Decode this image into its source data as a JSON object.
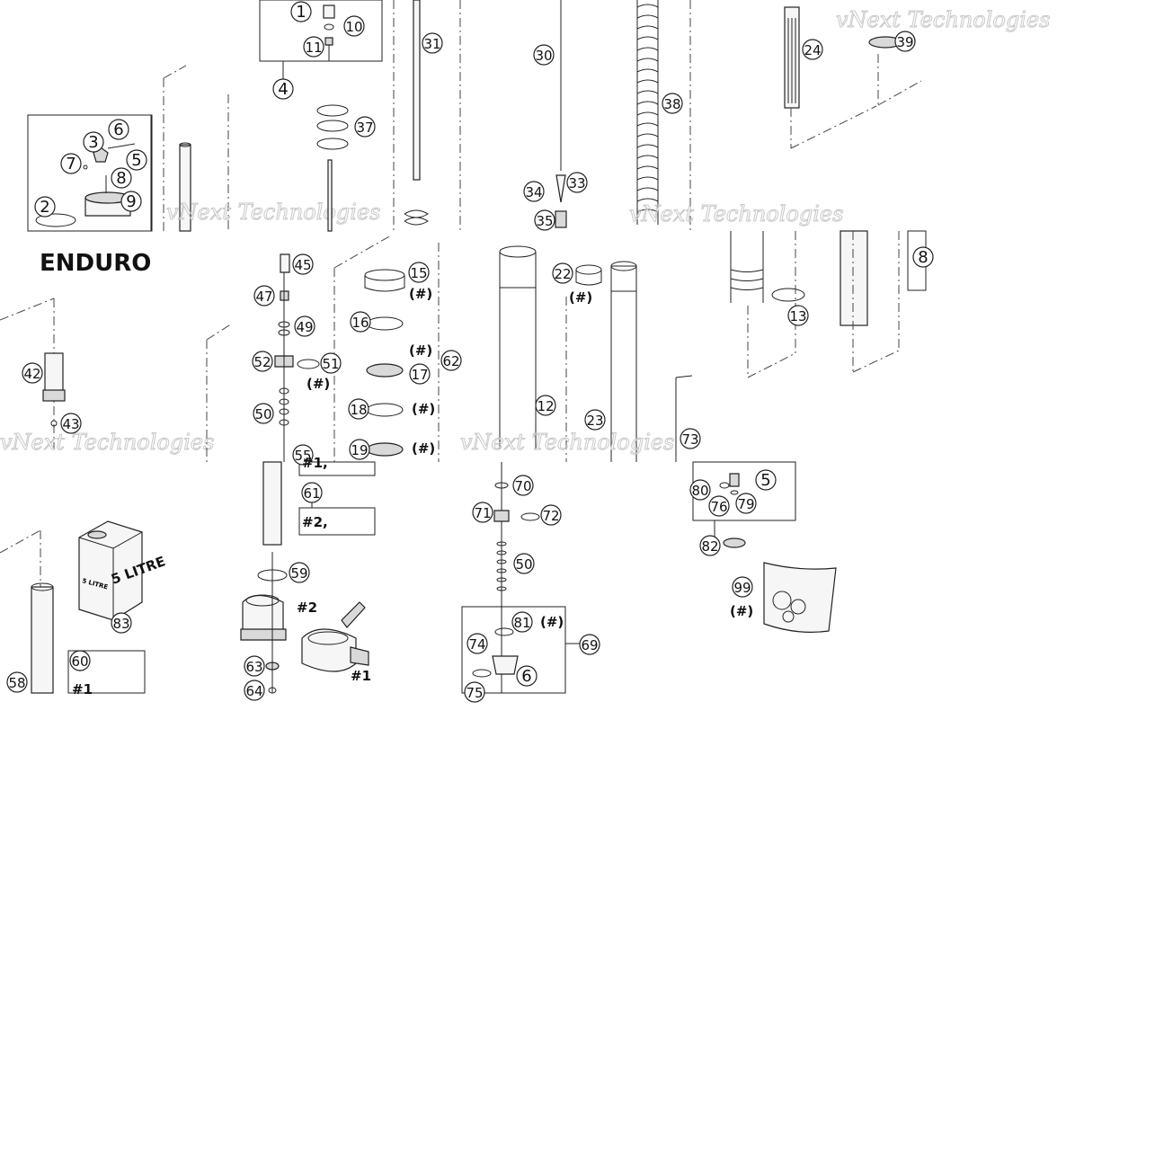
{
  "callouts": [
    "1",
    "10",
    "11",
    "4",
    "31",
    "30",
    "38",
    "24",
    "39",
    "37",
    "6",
    "3",
    "5",
    "7",
    "8",
    "9",
    "2",
    "33",
    "34",
    "35",
    "45",
    "15",
    "47",
    "16",
    "49",
    "17",
    "52",
    "51",
    "18",
    "50",
    "19",
    "55",
    "42",
    "43",
    "12",
    "22",
    "23",
    "13",
    "62",
    "61",
    "70",
    "71",
    "72",
    "50",
    "81",
    "74",
    "6",
    "69",
    "82",
    "76",
    "79",
    "5",
    "99",
    "83",
    "60",
    "58",
    "59",
    "63",
    "64",
    "8",
    "73",
    "75",
    "80"
  ],
  "labels": {
    "title_enduro": "ENDURO",
    "hash": "(#)",
    "hash2_label": "#2",
    "hash1_label": "#1",
    "box_61_text": "#2,",
    "box_60_text": "#1",
    "box_row_text": "#1,",
    "can_text": "5 LITRE",
    "can_side_text": "5 LITRE"
  },
  "watermark": "vNext Technologies",
  "colors": {
    "line": "#222222",
    "watermark": "#c9c9c9"
  }
}
